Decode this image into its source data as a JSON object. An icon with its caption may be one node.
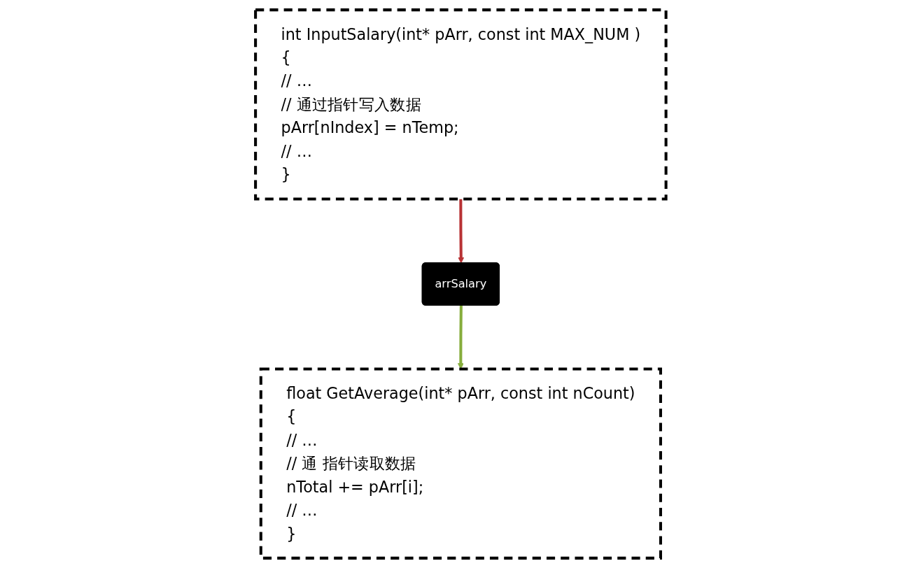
{
  "diagram": {
    "nodes": [
      {
        "text": [
          "int InputSalary(int* pArr, const int MAX_NUM )",
          "{",
          "// …",
          "// 通过指针写入数据",
          "pArr[nIndex] = nTemp;",
          "// …",
          "}"
        ]
      },
      {
        "text": [
          "arrSalary"
        ]
      },
      {
        "text": [
          "float GetAverage(int* pArr, const int nCount)",
          "{",
          "// …",
          "// 通 指针读取数据",
          "nTotal += pArr[i];",
          "// …",
          "}"
        ]
      }
    ],
    "edges": [
      {
        "from": 0,
        "to": 1,
        "arrow": "to",
        "color": "#b83234"
      },
      {
        "from": 1,
        "to": 2,
        "arrow": "to",
        "color": "#86ad3c"
      }
    ]
  }
}
